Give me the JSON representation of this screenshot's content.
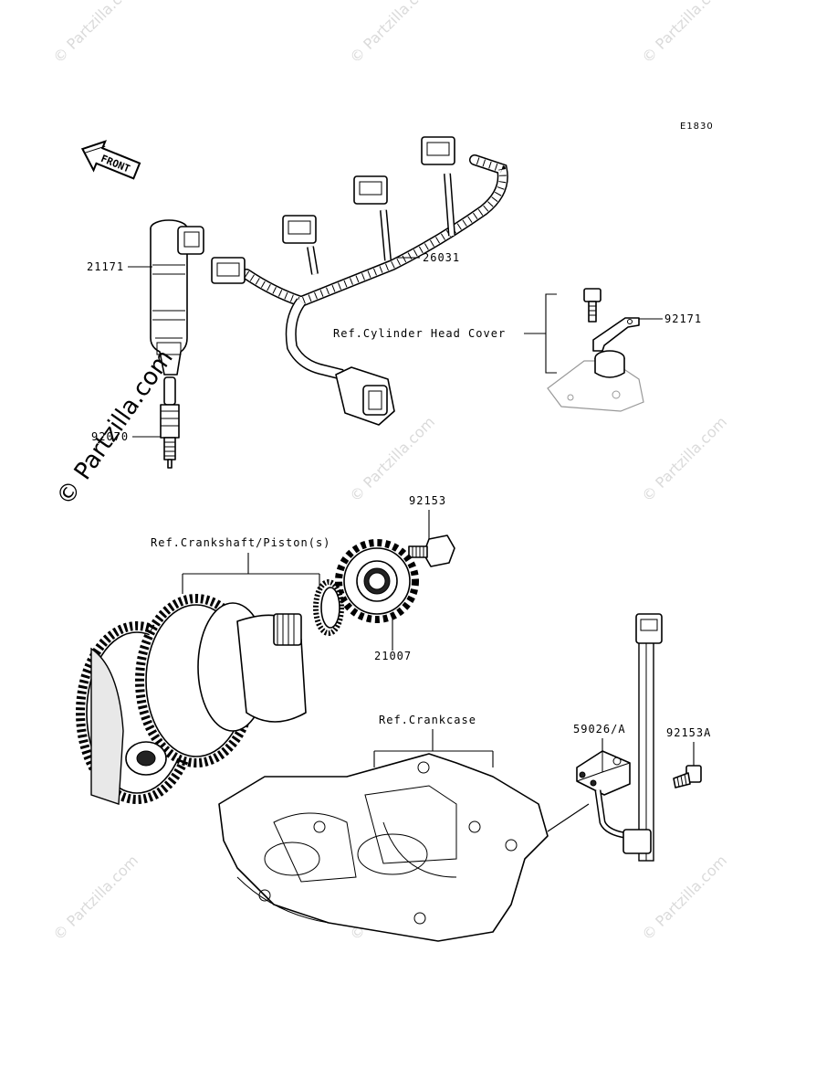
{
  "diagram": {
    "code": "E1830",
    "front_label": "FRONT",
    "watermark_text": "© Partzilla.com",
    "part_labels": {
      "ignition_coil": "21171",
      "spark_plug": "92070",
      "harness": "26031",
      "bracket": "92171",
      "bolt_rotor": "92153",
      "timing_rotor": "21007",
      "pickup_coil": "59026/A",
      "bolt_pickup": "92153A"
    },
    "ref_labels": {
      "cylinder_head_cover": "Ref.Cylinder Head Cover",
      "crankshaft_piston": "Ref.Crankshaft/Piston(s)",
      "crankcase": "Ref.Crankcase"
    }
  }
}
